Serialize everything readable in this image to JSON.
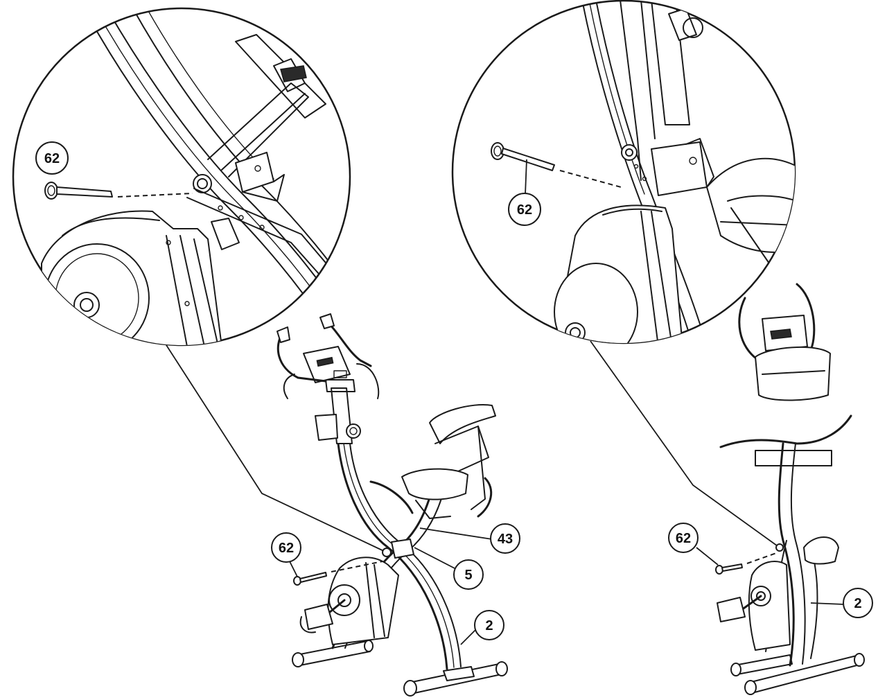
{
  "callouts": {
    "left_zoom_pin": "62",
    "left_pin": "62",
    "left_seat_part": "43",
    "left_frame_part": "5",
    "left_rear_frame": "2",
    "right_zoom_pin": "62",
    "right_pin": "62",
    "right_rear_frame": "2"
  },
  "colors": {
    "line": "#1a1a1a",
    "background": "#ffffff"
  }
}
